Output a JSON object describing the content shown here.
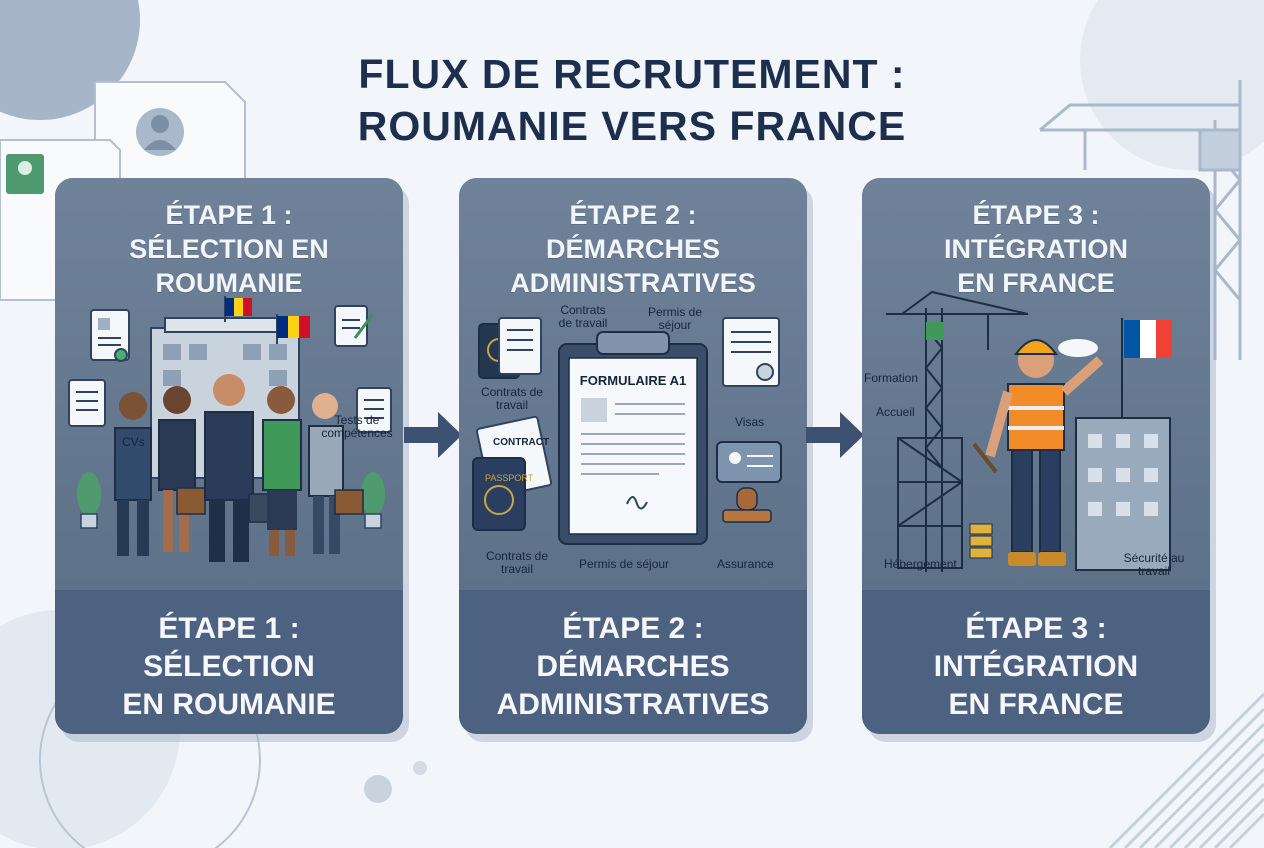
{
  "title": {
    "line1": "FLUX DE RECRUTEMENT :",
    "line2": "ROUMANIE VERS FRANCE"
  },
  "steps": [
    {
      "heading": [
        "ÉTAPE 1 :",
        "SÉLECTION EN",
        "ROUMANIE"
      ],
      "footer": [
        "ÉTAPE 1 :",
        "SÉLECTION",
        "EN ROUMANIE"
      ],
      "labels": {
        "cvs": "CVs",
        "tests": "Tests de compétences"
      }
    },
    {
      "heading": [
        "ÉTAPE 2 :",
        "DÉMARCHES",
        "ADMINISTRATIVES"
      ],
      "footer": [
        "ÉTAPE 2 :",
        "DÉMARCHES",
        "ADMINISTRATIVES"
      ],
      "labels": {
        "contrats_top": "Contrats de travail",
        "permis_top": "Permis de séjour",
        "contrats_left": "Contrats de travail",
        "formulaire": "FORMULAIRE A1",
        "contract": "CONTRACT",
        "passport": "PASSPORT",
        "visas": "Visas",
        "contrats_bottom": "Contrats de travail",
        "permis_bottom": "Permis de séjour",
        "assurance": "Assurance"
      }
    },
    {
      "heading": [
        "ÉTAPE 3 :",
        "INTÉGRATION",
        "EN FRANCE"
      ],
      "footer": [
        "ÉTAPE 3 :",
        "INTÉGRATION",
        "EN FRANCE"
      ],
      "labels": {
        "formation": "Formation",
        "accueil": "Accueil",
        "hebergement": "Hébergement",
        "securite": "Sécurité au travail"
      }
    }
  ],
  "colors": {
    "card": "#6e8199",
    "card_footer": "#4d6180",
    "arrow": "#3d5272",
    "background": "#f2f5f9",
    "romania_flag": [
      "#002b7f",
      "#fcd116",
      "#ce1126"
    ],
    "france_flag": [
      "#0055a4",
      "#ffffff",
      "#ef4135"
    ]
  }
}
